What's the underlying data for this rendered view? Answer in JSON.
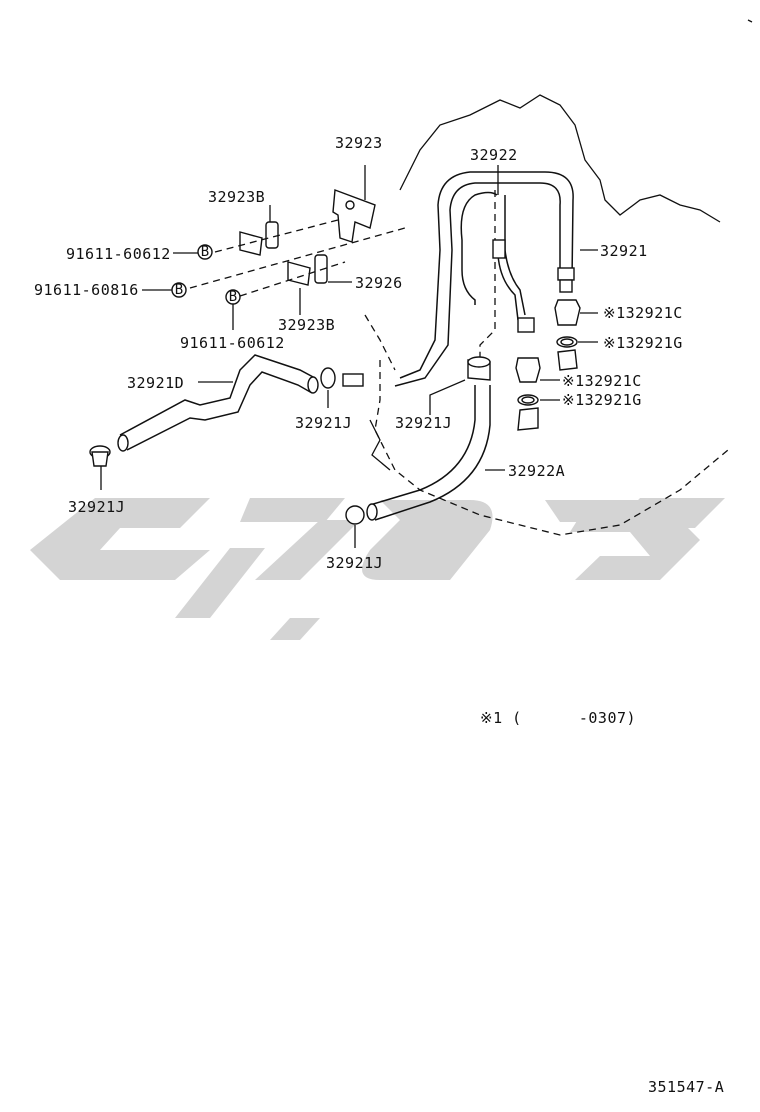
{
  "labels": {
    "p32923": "32923",
    "p32923b_top": "32923B",
    "p32922": "32922",
    "p32921": "32921",
    "p91611_60612_top": "91611-60612",
    "p91611_60816": "91611-60816",
    "p32926": "32926",
    "p32923b_bottom": "32923B",
    "p91611_60612_bottom": "91611-60612",
    "p32921c_upper": "※132921C",
    "p32921g_upper": "※132921G",
    "p32921d": "32921D",
    "p32921c_lower": "※132921C",
    "p32921g_lower": "※132921G",
    "p32921j_mid": "32921J",
    "p32921j_center": "32921J",
    "p32922a": "32922A",
    "p32921j_left": "32921J",
    "p32921j_bottom": "32921J"
  },
  "bolt_marks": {
    "top": "B",
    "mid": "B",
    "bottom": "B"
  },
  "footnote": "※1 (      -0307)",
  "diagram_id": "351547-A",
  "colors": {
    "line": "#111111",
    "watermark": "#d4d4d4",
    "background": "#ffffff"
  }
}
